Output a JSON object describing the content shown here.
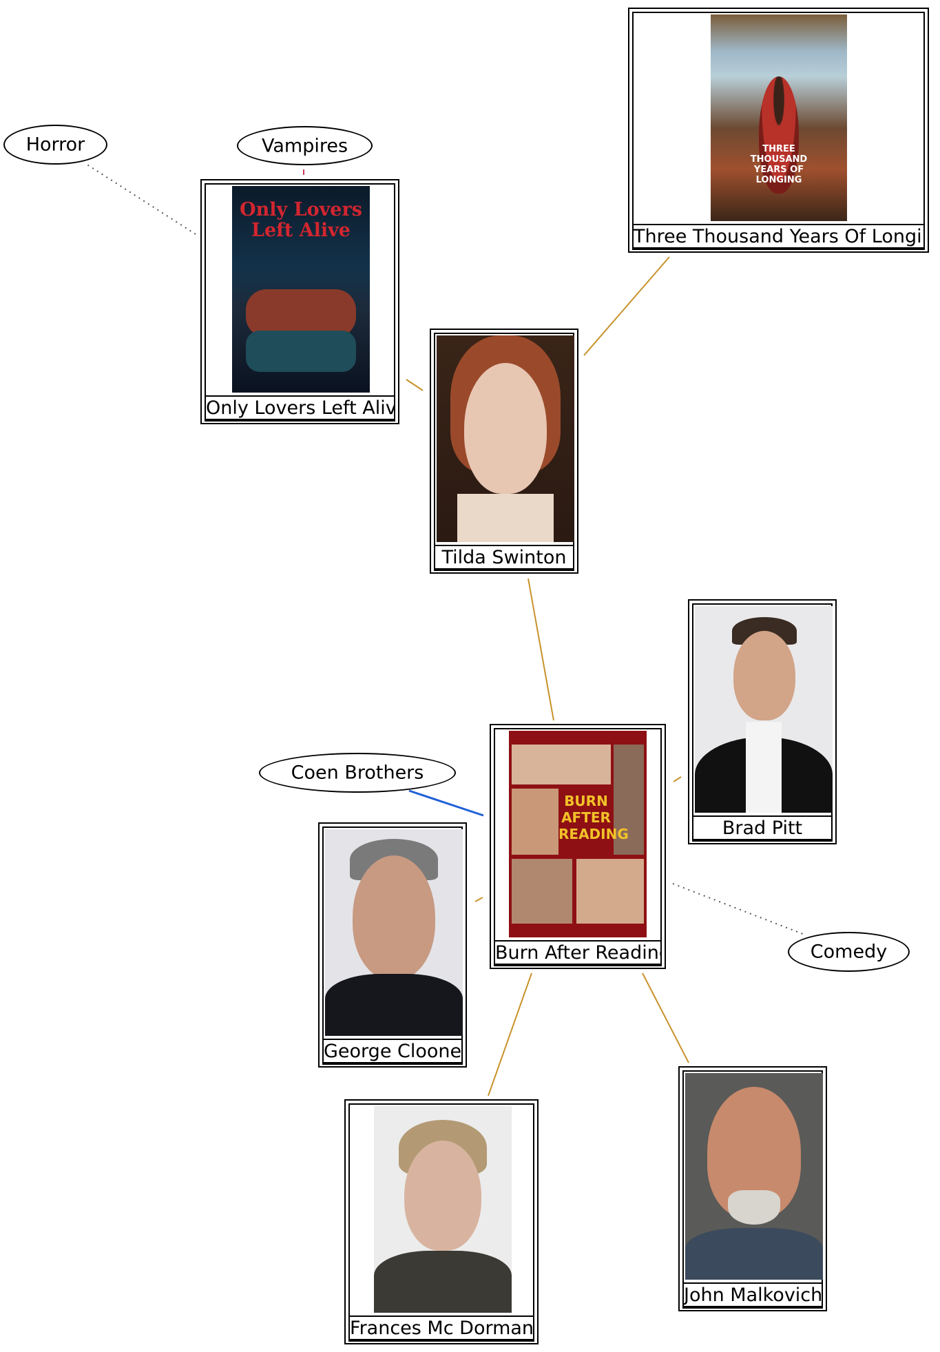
{
  "nodes": {
    "three_thousand": {
      "label": "Three Thousand Years Of Longing",
      "poster_text": "THREE THOUSAND YEARS OF LONGING"
    },
    "only_lovers": {
      "label": "Only Lovers Left Alive",
      "poster_text": "Only Lovers Left Alive"
    },
    "tilda": {
      "label": "Tilda Swinton"
    },
    "burn_after": {
      "label": "Burn After Reading",
      "poster_text": "BURN AFTER READING"
    },
    "brad": {
      "label": "Brad Pitt"
    },
    "george": {
      "label": "George Clooney"
    },
    "frances": {
      "label": "Frances Mc Dormand"
    },
    "john": {
      "label": "John Malkovich"
    }
  },
  "tags": {
    "horror": "Horror",
    "vampires": "Vampires",
    "coen": "Coen Brothers",
    "comedy": "Comedy"
  },
  "colors": {
    "actor_edge": "#c8922a",
    "director_edge": "#1f5fd6",
    "genre_edge": "#555555",
    "keyword_edge": "#d23a5a"
  }
}
